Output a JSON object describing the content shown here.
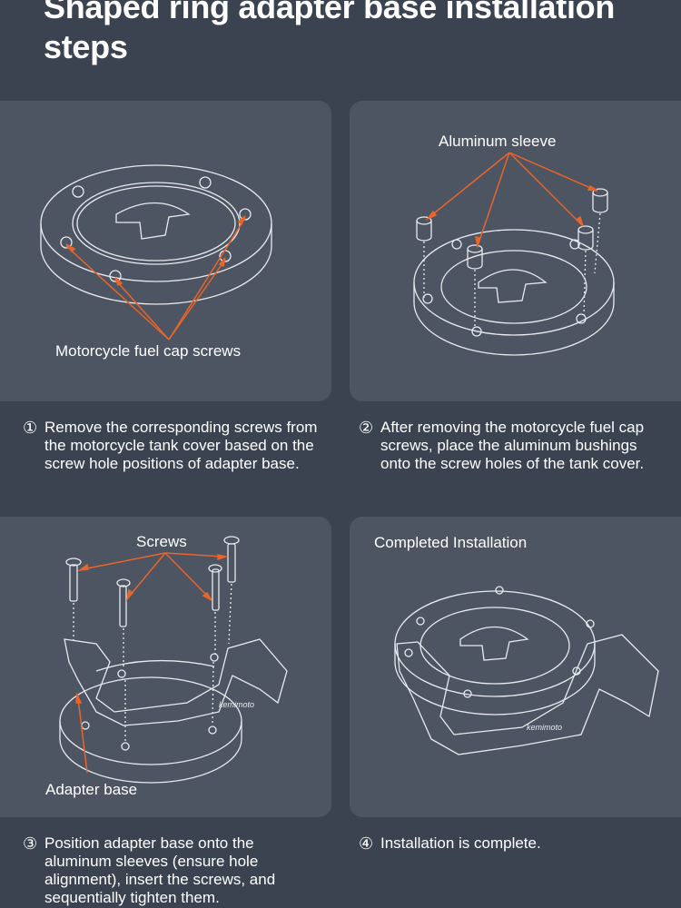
{
  "title": "Shaped ring adapter base installation steps",
  "panels": {
    "p1": {
      "label": "Motorcycle fuel cap screws"
    },
    "p2": {
      "label": "Aluminum sleeve"
    },
    "p3": {
      "label_top": "Screws",
      "label_bottom": "Adapter base"
    },
    "p4": {
      "label": "Completed Installation"
    }
  },
  "steps": [
    {
      "num": "①",
      "text": "Remove the corresponding screws from the motorcycle tank cover based on the screw hole positions of adapter base."
    },
    {
      "num": "②",
      "text": "After removing the motorcycle fuel cap screws, place the aluminum bushings onto the screw holes of the tank cover."
    },
    {
      "num": "③",
      "text": "Position adapter base onto the aluminum sleeves (ensure hole alignment), insert the screws, and sequentially tighten them."
    },
    {
      "num": "④",
      "text": "Installation is complete."
    }
  ],
  "colors": {
    "background": "#3b4350",
    "panel": "#4d5562",
    "arrow": "#e9652a",
    "line": "#e8eaee"
  }
}
